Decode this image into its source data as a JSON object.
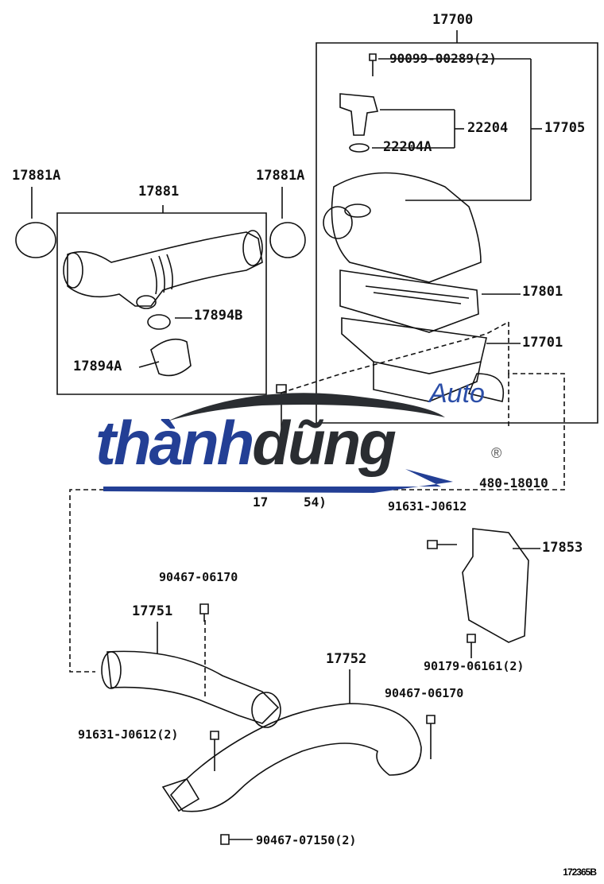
{
  "diagram": {
    "labels": {
      "l17700": "17700",
      "l90099": "90099-00289(2)",
      "l22204": "22204",
      "l17705": "17705",
      "l22204A": "22204A",
      "l17881A_left": "17881A",
      "l17881": "17881",
      "l17881A_right": "17881A",
      "l17801": "17801",
      "l17894B": "17894B",
      "l17701": "17701",
      "l17894A": "17894A",
      "l17x54_a": "17",
      "l17x54_b": "54)",
      "l90480": "480-18010",
      "l91631_top": "91631-J0612",
      "l17853": "17853",
      "l90467_a": "90467-06170",
      "l17751": "17751",
      "l17752": "17752",
      "l90179": "90179-06161(2)",
      "l90467_b": "90467-06170",
      "l91631_bottom": "91631-J0612(2)",
      "l90467_c": "90467-07150(2)"
    },
    "drawing_code": "172365B"
  },
  "watermark": {
    "brand_part1": "thành",
    "brand_part2": "dũng",
    "auto": "Auto",
    "registered": "®",
    "colors": {
      "blue": "#233f95",
      "dark": "#2a2d31"
    }
  }
}
